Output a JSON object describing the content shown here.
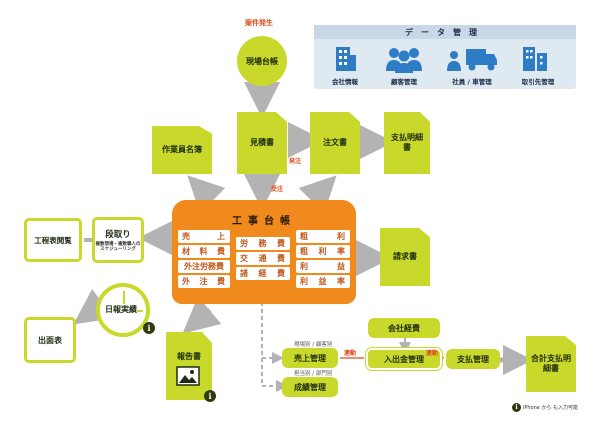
{
  "case_trigger": "案件発生",
  "site_ledger": "現場台帳",
  "data_mgmt": {
    "title": "データ管理",
    "items": [
      "会社情報",
      "顧客管理",
      "社員 / 車管理",
      "取引先管理"
    ]
  },
  "quote": "見積書",
  "order_form": "注文書",
  "payment_details": "支払明細書",
  "workers_list": "作業員名簿",
  "label_order_issue": "発注",
  "label_order_receive": "受注",
  "ledger": {
    "title": "工事台帳",
    "left": [
      [
        "売",
        "上"
      ],
      [
        "材",
        "料",
        "費"
      ],
      [
        "外注労務費"
      ],
      [
        "外",
        "注",
        "費"
      ]
    ],
    "middle": [
      [
        "労",
        "務",
        "費"
      ],
      [
        "交",
        "通",
        "費"
      ],
      [
        "諸",
        "経",
        "費"
      ]
    ],
    "right": [
      [
        "粗",
        "利"
      ],
      [
        "粗",
        "利",
        "率"
      ],
      [
        "利",
        "益"
      ],
      [
        "利",
        "益",
        "率"
      ]
    ]
  },
  "invoice": "請求書",
  "schedule_chart": "工程表閲覧",
  "scheduling": {
    "title": "段取り",
    "subtitle": "複数現場・複数職人の スケジューリング"
  },
  "daily_report": "日報実績",
  "attendance": "出面表",
  "work_report": "報告書",
  "company_expense": "会社経費",
  "sales_mgmt": {
    "caption": "現場別 / 顧客別",
    "title": "売上管理"
  },
  "cashflow_mgmt": "入出金管理",
  "payment_mgmt": "支払管理",
  "total_payment": "合計支払明細書",
  "results_mgmt": {
    "caption": "担当別 / 部門別",
    "title": "成績管理"
  },
  "link_label": "連動",
  "iphone_note": "iPhone から も入力可能",
  "colors": {
    "accent_green": "#c8d92c",
    "ledger_orange": "#f08a1c",
    "arrow_gray": "#b3b3b3",
    "alert_red": "#e24a1a",
    "data_blue": "#2e7dc4"
  }
}
